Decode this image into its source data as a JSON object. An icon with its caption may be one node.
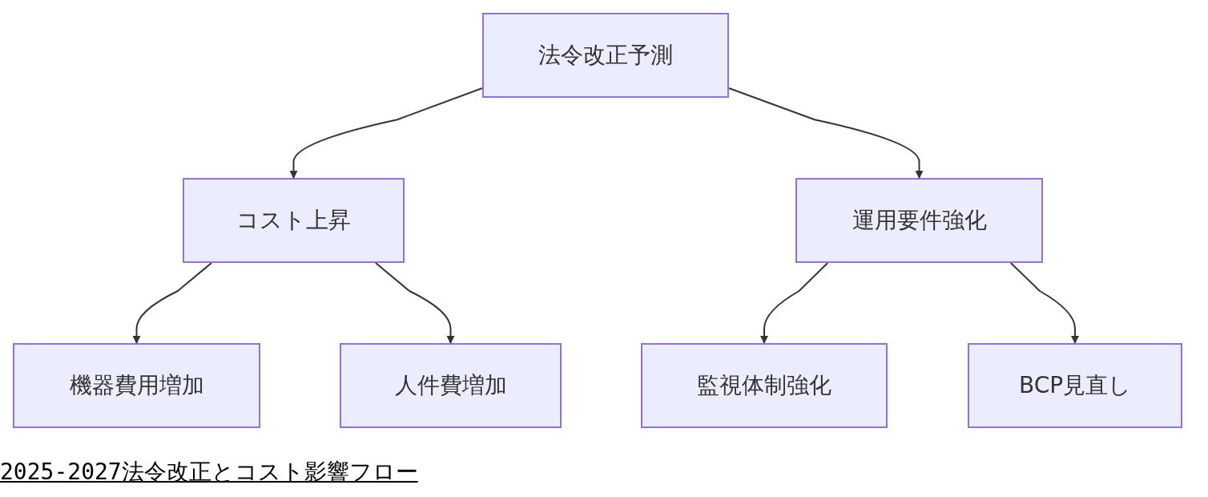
{
  "diagram": {
    "caption": "2025-2027法令改正とコスト影響フロー",
    "nodes": [
      {
        "text": [
          "法令改正予測"
        ]
      },
      {
        "text": [
          "コスト上昇"
        ]
      },
      {
        "text": [
          "運用要件強化"
        ]
      },
      {
        "text": [
          "機器費用増加"
        ]
      },
      {
        "text": [
          "人件費増加"
        ]
      },
      {
        "text": [
          "監視体制強化"
        ]
      },
      {
        "text": [
          "BCP見直し"
        ]
      }
    ],
    "edges": [
      {
        "from": 0,
        "to": 1,
        "arrow": "to"
      },
      {
        "from": 0,
        "to": 2,
        "arrow": "to"
      },
      {
        "from": 1,
        "to": 3,
        "arrow": "to"
      },
      {
        "from": 1,
        "to": 4,
        "arrow": "to"
      },
      {
        "from": 2,
        "to": 5,
        "arrow": "to"
      },
      {
        "from": 2,
        "to": 6,
        "arrow": "to"
      }
    ]
  }
}
